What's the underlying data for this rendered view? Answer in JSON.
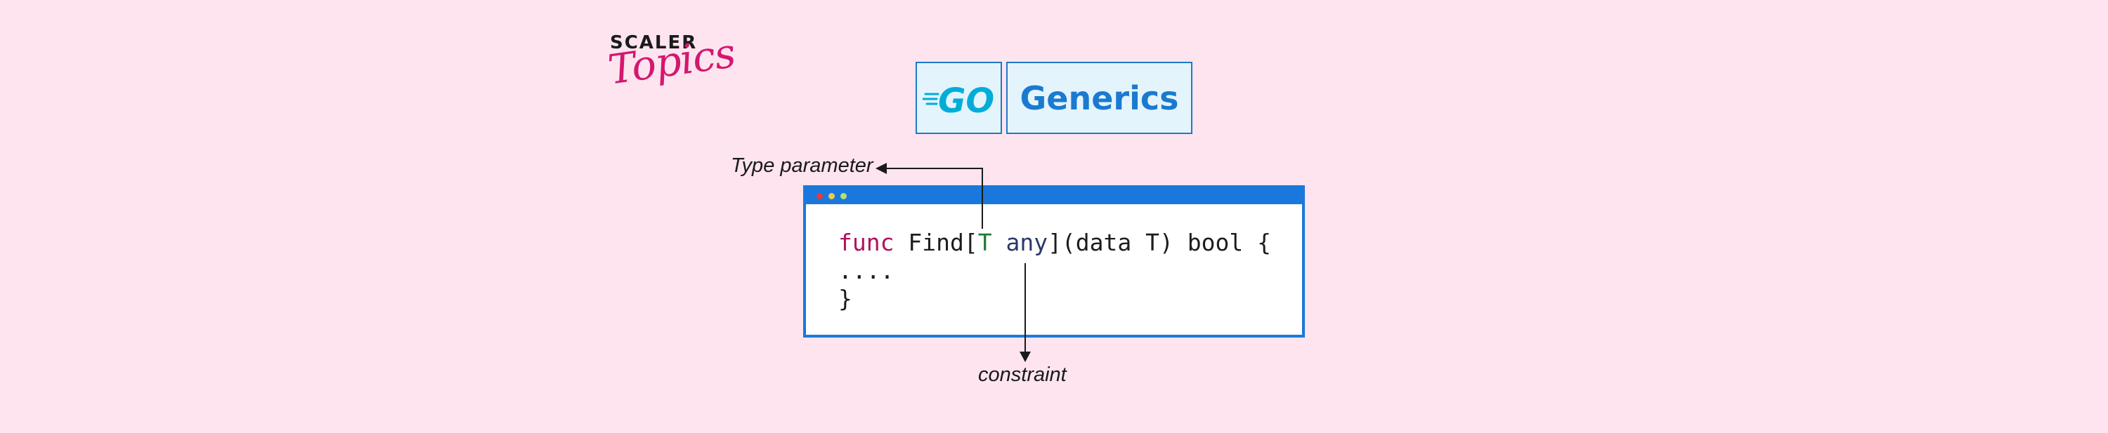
{
  "brand": {
    "top": "SCALER",
    "script": "Topics"
  },
  "header": {
    "logo_text": "GO",
    "title": "Generics"
  },
  "code": {
    "line1": {
      "keyword": "func",
      "name": "Find[",
      "type_param": "T",
      "constraint": "any",
      "rest": "](data T) bool {"
    },
    "line2": "....",
    "line3": "}"
  },
  "annotations": {
    "type_parameter": "Type parameter",
    "constraint": "constraint"
  },
  "colors": {
    "background": "#fde4ef",
    "accent": "#1a78dc",
    "brand_pink": "#d4176f",
    "keyword": "#b0125e",
    "go_cyan": "#00add8"
  },
  "icons": [
    "go-logo-icon",
    "arrow-left-icon",
    "arrow-down-icon"
  ]
}
